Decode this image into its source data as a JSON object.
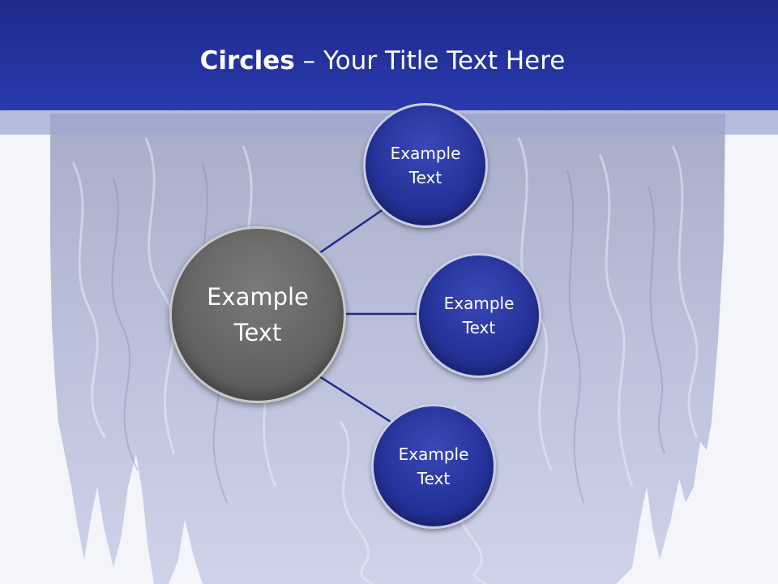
{
  "slide": {
    "title_bold": "Circles",
    "title_rest": " – Your Title Text Here"
  },
  "diagram": {
    "center": {
      "line1": "Example",
      "line2": "Text"
    },
    "top": {
      "line1": "Example",
      "line2": "Text"
    },
    "middle": {
      "line1": "Example",
      "line2": "Text"
    },
    "bottom": {
      "line1": "Example",
      "line2": "Text"
    }
  },
  "colors": {
    "title_bar": "#2533a0",
    "satellite_circle": "#26339a",
    "center_circle": "#646464",
    "connector": "#1f2a8a"
  }
}
